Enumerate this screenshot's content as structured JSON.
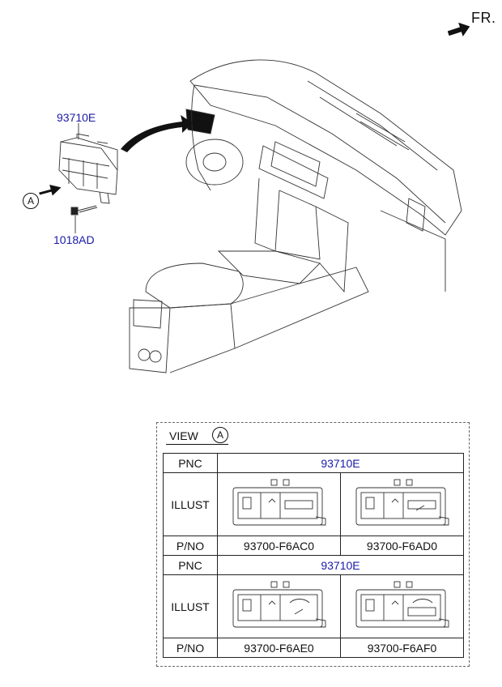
{
  "direction": {
    "label": "FR."
  },
  "callouts": {
    "switch_part": "93710E",
    "screw_part": "1018AD",
    "view_marker": "A"
  },
  "view": {
    "label": "VIEW",
    "marker": "A"
  },
  "table": {
    "row_headers": {
      "pnc": "PNC",
      "illust": "ILLUST",
      "pno": "P/NO"
    },
    "groups": [
      {
        "pnc": "93710E",
        "parts": [
          "93700-F6AC0",
          "93700-F6AD0"
        ]
      },
      {
        "pnc": "93710E",
        "parts": [
          "93700-F6AE0",
          "93700-F6AF0"
        ]
      }
    ]
  },
  "colors": {
    "part_number": "#1a1aa8",
    "line": "#222222"
  }
}
